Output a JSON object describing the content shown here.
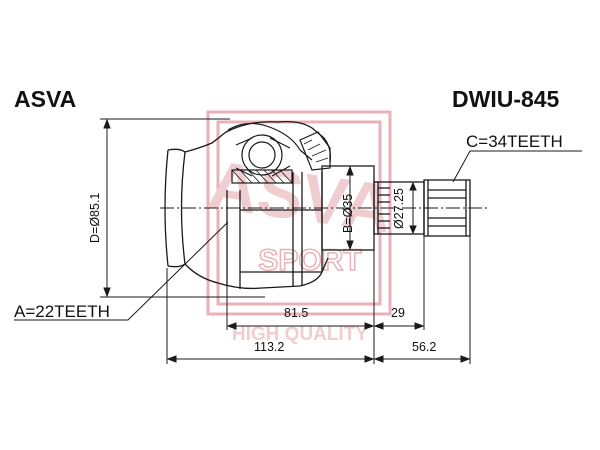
{
  "header": {
    "brand": "ASVA",
    "part_number": "DWIU-845"
  },
  "labels": {
    "teeth_a": "A=22TEETH",
    "teeth_c": "C=34TEETH",
    "diameter_d": "D=Ø85.1",
    "diameter_b": "B=Ø35",
    "diameter_small": "Ø27.25"
  },
  "dimensions": {
    "d1": "81.5",
    "d2": "29",
    "d3": "113.2",
    "d4": "56.2"
  },
  "watermark": {
    "logo_text": "ASVA",
    "sport_text": "SPORT",
    "tagline": "HIGH QUALITY"
  },
  "colors": {
    "line": "#1a1a1a",
    "watermark": "#e8b2b8",
    "background": "#ffffff"
  }
}
